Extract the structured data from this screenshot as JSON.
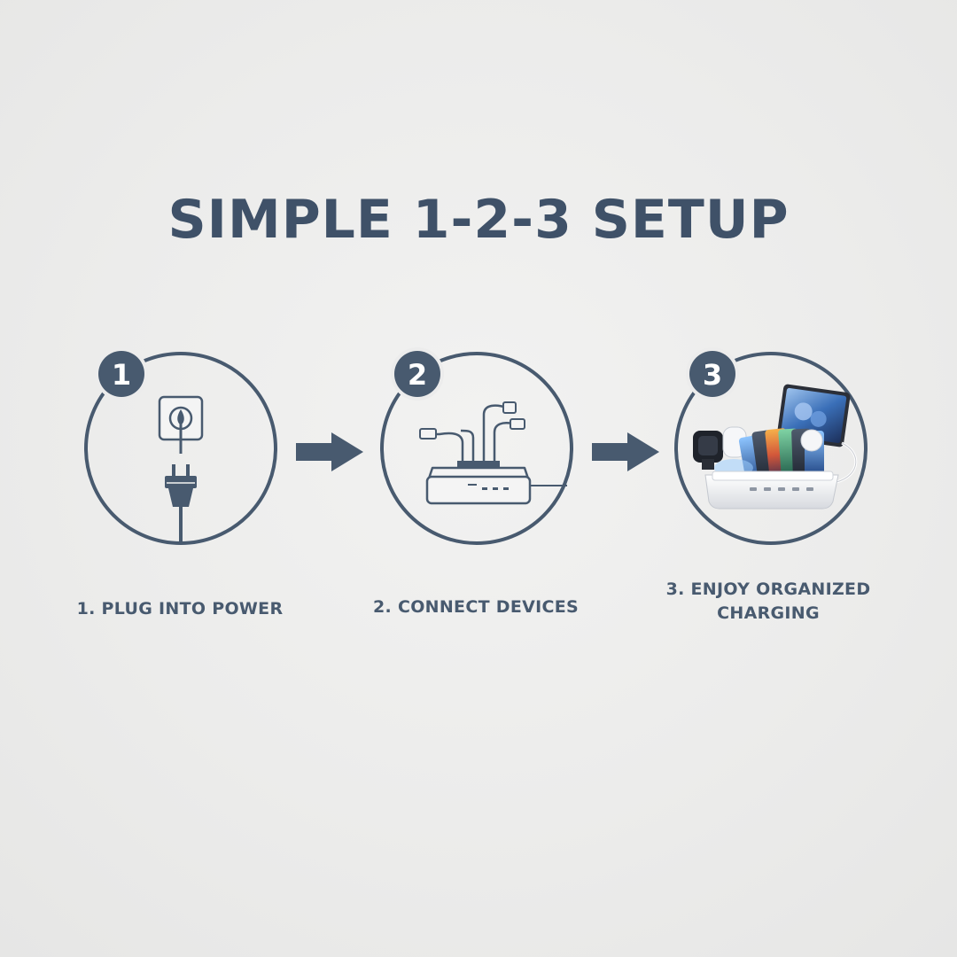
{
  "title": "SIMPLE 1-2-3 SETUP",
  "colors": {
    "primary": "#3f5168",
    "label": "#485a6f",
    "background": "#ececec"
  },
  "steps": [
    {
      "number": "1",
      "label": "1. PLUG INTO POWER",
      "icon": "plug-into-outlet-icon"
    },
    {
      "number": "2",
      "label": "2. CONNECT DEVICES",
      "icon": "usb-charging-hub-icon"
    },
    {
      "number": "3",
      "label": "3. ENJOY ORGANIZED CHARGING",
      "icon": "charging-station-with-devices-icon"
    }
  ],
  "connectors": [
    "arrow-right-icon",
    "arrow-right-icon"
  ]
}
